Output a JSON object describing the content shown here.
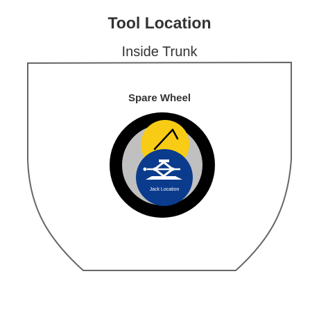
{
  "title": "Tool Location",
  "subtitle": "Inside Trunk",
  "spare_wheel": {
    "label": "Spare Wheel"
  },
  "jack_badge": {
    "label": "Jack Location"
  },
  "colors": {
    "text": "#333333",
    "trunk_outline": "#666666",
    "trunk_fill": "#ffffff",
    "tire": "#000000",
    "rim": "#c0c0c0",
    "tool_zone": "#f8cc15",
    "tool_outline": "#000000",
    "jack_badge": "#0b3b8c",
    "jack_icon": "#ffffff"
  },
  "icons": {
    "tool": "lug-wrench-icon",
    "jack": "scissor-jack-icon"
  }
}
